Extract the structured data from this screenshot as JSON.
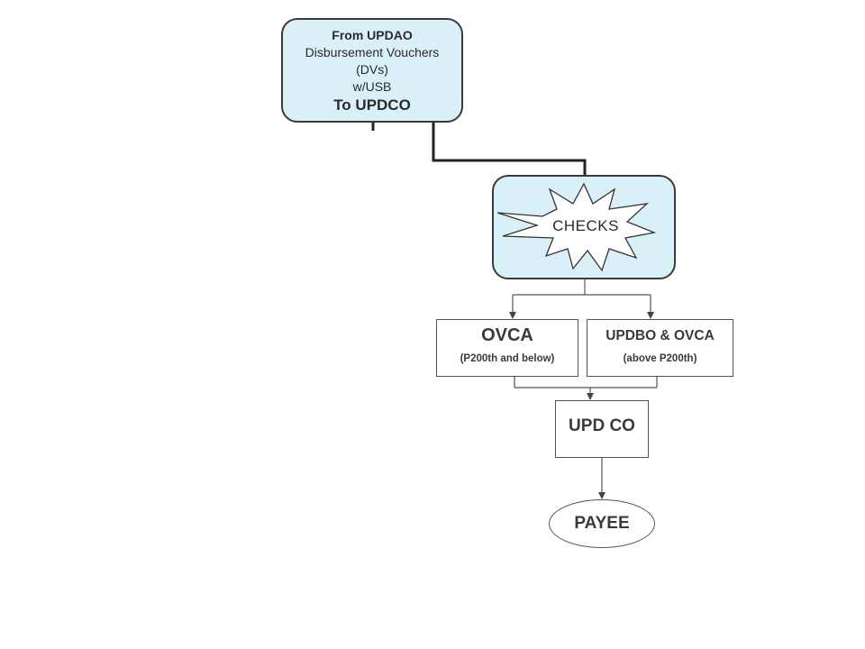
{
  "nodes": {
    "updao": {
      "line1": "From UPDAO",
      "line2": "Disbursement Vouchers",
      "line3": "(DVs)",
      "line4": "w/USB",
      "line5": "To UPDCO"
    },
    "checks": {
      "label": "CHECKS"
    },
    "ovca": {
      "title": "OVCA",
      "sub": "(P200th and below)"
    },
    "updbo_ovca": {
      "title": "UPDBO & OVCA",
      "sub": "(above P200th)"
    },
    "updco": {
      "title": "UPD CO"
    },
    "payee": {
      "title": "PAYEE"
    }
  },
  "colors": {
    "box_fill": "#d9f0f9",
    "stroke": "#3a3a3a"
  }
}
